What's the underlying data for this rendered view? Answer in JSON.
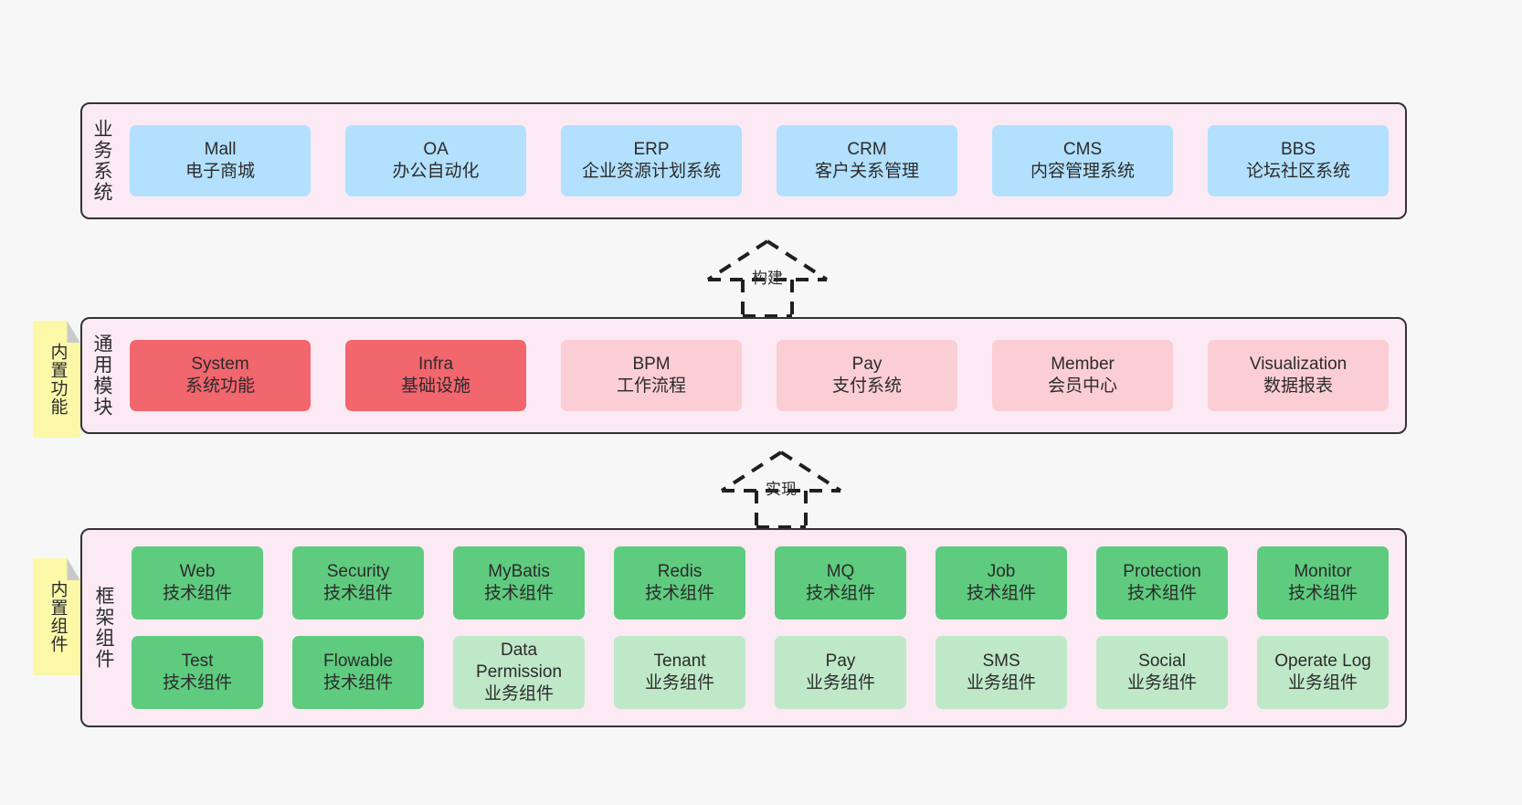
{
  "diagram": {
    "layers": [
      {
        "id": "business",
        "title": "业务系统",
        "cards": [
          {
            "en": "Mall",
            "cn": "电子商城"
          },
          {
            "en": "OA",
            "cn": "办公自动化"
          },
          {
            "en": "ERP",
            "cn": "企业资源计划系统"
          },
          {
            "en": "CRM",
            "cn": "客户关系管理"
          },
          {
            "en": "CMS",
            "cn": "内容管理系统"
          },
          {
            "en": "BBS",
            "cn": "论坛社区系统"
          }
        ]
      },
      {
        "id": "common",
        "title": "通用模块",
        "cards": [
          {
            "en": "System",
            "cn": "系统功能"
          },
          {
            "en": "Infra",
            "cn": "基础设施"
          },
          {
            "en": "BPM",
            "cn": "工作流程"
          },
          {
            "en": "Pay",
            "cn": "支付系统"
          },
          {
            "en": "Member",
            "cn": "会员中心"
          },
          {
            "en": "Visualization",
            "cn": "数据报表"
          }
        ]
      },
      {
        "id": "framework",
        "title": "框架组件",
        "row1": [
          {
            "en": "Web",
            "cn": "技术组件"
          },
          {
            "en": "Security",
            "cn": "技术组件"
          },
          {
            "en": "MyBatis",
            "cn": "技术组件"
          },
          {
            "en": "Redis",
            "cn": "技术组件"
          },
          {
            "en": "MQ",
            "cn": "技术组件"
          },
          {
            "en": "Job",
            "cn": "技术组件"
          },
          {
            "en": "Protection",
            "cn": "技术组件"
          },
          {
            "en": "Monitor",
            "cn": "技术组件"
          }
        ],
        "row2": [
          {
            "en": "Test",
            "cn": "技术组件"
          },
          {
            "en": "Flowable",
            "cn": "技术组件"
          },
          {
            "en": "Data Permission",
            "cn": "业务组件"
          },
          {
            "en": "Tenant",
            "cn": "业务组件"
          },
          {
            "en": "Pay",
            "cn": "业务组件"
          },
          {
            "en": "SMS",
            "cn": "业务组件"
          },
          {
            "en": "Social",
            "cn": "业务组件"
          },
          {
            "en": "Operate Log",
            "cn": "业务组件"
          }
        ]
      }
    ],
    "notes": [
      {
        "id": "builtin-features",
        "text": "内置功能"
      },
      {
        "id": "builtin-components",
        "text": "内置组件"
      }
    ],
    "arrows": [
      {
        "id": "build",
        "label": "构建"
      },
      {
        "id": "implement",
        "label": "实现"
      }
    ],
    "colors": {
      "canvas": "#f7f7f7",
      "panel_fill": "#fbeaf4",
      "panel_border": "#333333",
      "business_card": "#b3e0fc",
      "module_highlight": "#f2666e",
      "module_normal": "#fbcdd4",
      "tech_component": "#5fcb7f",
      "business_component": "#bfe8c8",
      "note": "#fbf8a8",
      "note_fold": "#c9c9c9",
      "arrow": "#1f1f1f"
    }
  }
}
